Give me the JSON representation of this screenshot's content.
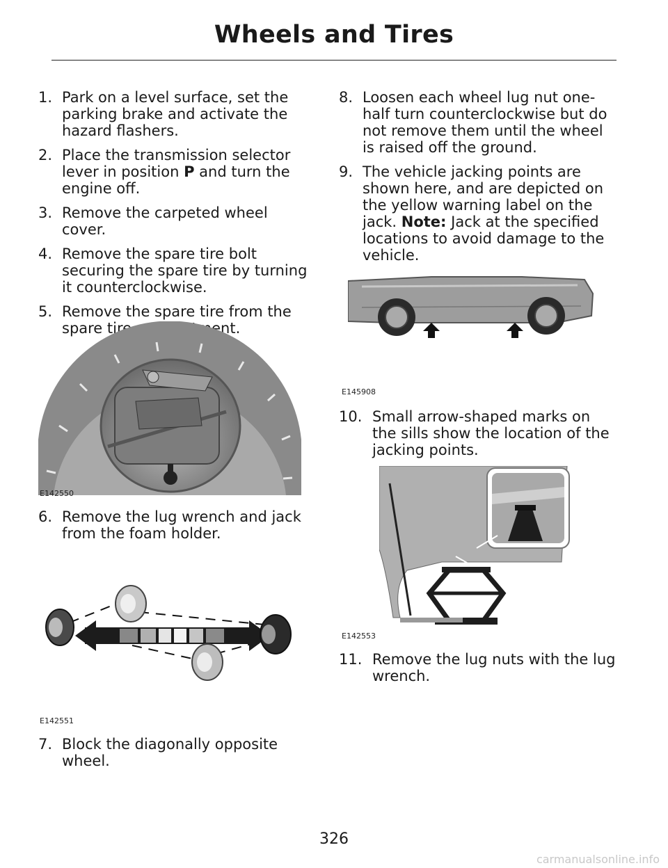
{
  "header": {
    "title": "Wheels and Tires"
  },
  "left_steps": [
    {
      "num": "1.",
      "text": "Park on a level surface, set the parking brake and activate the hazard flashers."
    },
    {
      "num": "2.",
      "pre": "Place the transmission selector lever in position ",
      "bold": "P",
      "post": " and turn the engine off."
    },
    {
      "num": "3.",
      "text": "Remove the carpeted wheel cover."
    },
    {
      "num": "4.",
      "text": "Remove the spare tire bolt securing the spare tire by turning it counterclockwise."
    },
    {
      "num": "5.",
      "text": "Remove the spare tire from the spare tire compartment."
    },
    {
      "num": "6.",
      "text": "Remove the lug wrench and jack from the foam holder."
    },
    {
      "num": "7.",
      "text": "Block the diagonally opposite wheel."
    }
  ],
  "right_steps": [
    {
      "num": "8.",
      "text": "Loosen each wheel lug nut one-half turn counterclockwise but do not remove them until the wheel is raised off the ground."
    },
    {
      "num": "9.",
      "pre": "The vehicle jacking points are shown here, and are depicted on the yellow warning label on the jack. ",
      "bold": "Note:",
      "post": " Jack at the specified locations to avoid damage to the vehicle."
    },
    {
      "num": "10.",
      "text": "Small arrow-shaped marks on the sills show the location of the jacking points."
    },
    {
      "num": "11.",
      "text": "Remove the lug nuts with the lug wrench."
    }
  ],
  "figures": {
    "spare_tire": "E142550",
    "wheel_chocks": "E142551",
    "vehicle_side": "E145908",
    "jack_point": "E142553"
  },
  "footer": {
    "page_number": "326",
    "watermark": "carmanualsonline.info"
  }
}
